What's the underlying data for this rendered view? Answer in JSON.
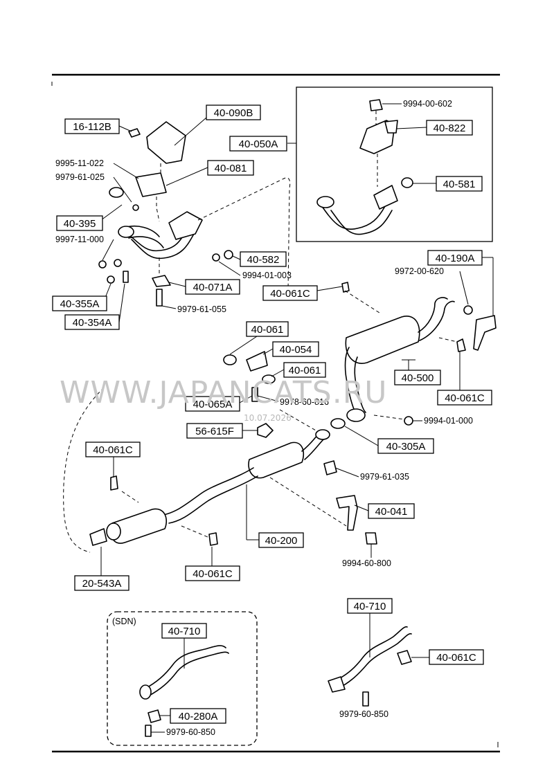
{
  "boxed_labels": {
    "p16_112B": "16-112B",
    "p40_090B": "40-090B",
    "p40_050A": "40-050A",
    "p40_822": "40-822",
    "p40_081": "40-081",
    "p40_581": "40-581",
    "p40_395": "40-395",
    "p40_582": "40-582",
    "p40_190A": "40-190A",
    "p40_071A": "40-071A",
    "p40_061C_a": "40-061C",
    "p40_355A": "40-355A",
    "p40_354A": "40-354A",
    "p40_061_a": "40-061",
    "p40_054": "40-054",
    "p40_061_b": "40-061",
    "p40_500": "40-500",
    "p40_065A": "40-065A",
    "p40_061C_b": "40-061C",
    "p56_615F": "56-615F",
    "p40_305A": "40-305A",
    "p40_061C_c": "40-061C",
    "p40_041": "40-041",
    "p40_200": "40-200",
    "p40_061C_d": "40-061C",
    "p20_543A": "20-543A",
    "p40_710_sdn": "40-710",
    "p40_280A": "40-280A",
    "p40_710": "40-710",
    "p40_061C_e": "40-061C"
  },
  "plain_labels": {
    "n9994_00_602": "9994-00-602",
    "n9995_11_022": "9995-11-022",
    "n9979_61_025": "9979-61-025",
    "n9997_11_000": "9997-11-000",
    "n9994_01_003": "9994-01-003",
    "n9972_00_620": "9972-00-620",
    "n9979_61_055": "9979-61-055",
    "n9978_60_816": "9978-60-816",
    "n9994_01_000": "9994-01-000",
    "n9979_61_035": "9979-61-035",
    "n9994_60_800": "9994-60-800",
    "n9979_60_850_sdn": "9979-60-850",
    "n9979_60_850": "9979-60-850"
  },
  "sdn_caption": "(SDN)",
  "watermark": {
    "text": "WWW.JAPANCATS.RU",
    "date": "10.07.2026"
  }
}
